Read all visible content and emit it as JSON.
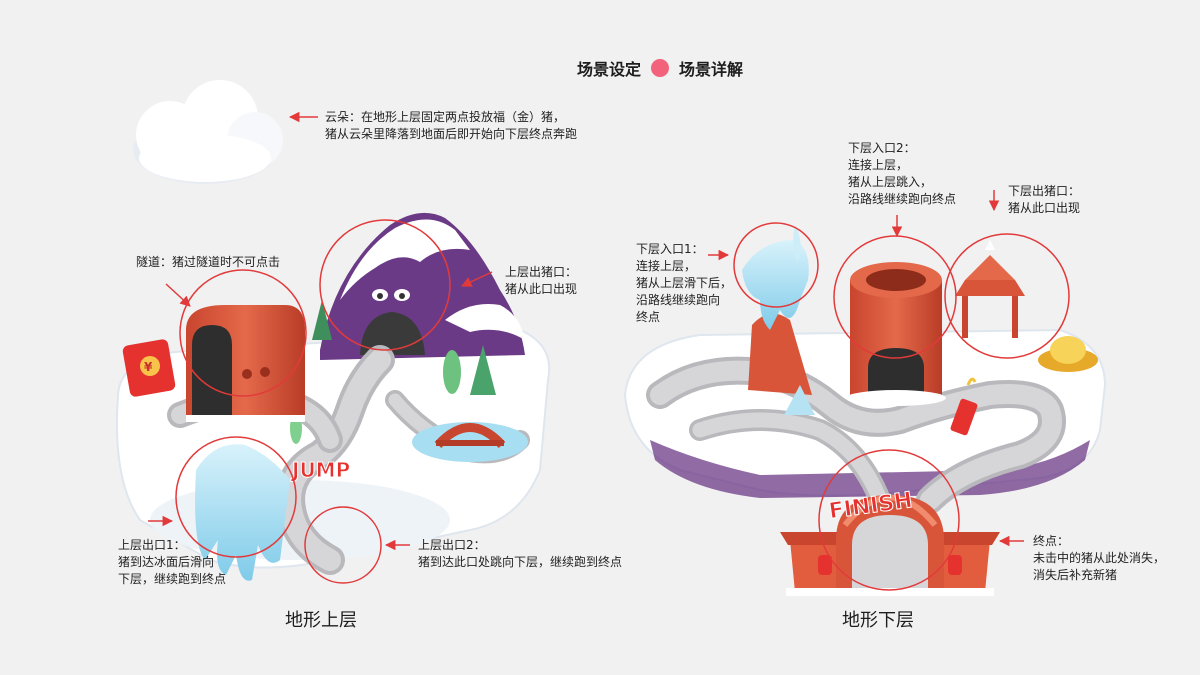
{
  "header": {
    "left_label": "场景设定",
    "right_label": "场景详解",
    "dot_color": "#f2637b"
  },
  "annotations": {
    "cloud": "云朵：在地形上层固定两点投放福（金）猪，\n猪从云朵里降落到地面后即开始向下层终点奔跑",
    "tunnel": "隧道：猪过隧道时不可点击",
    "upper_pig_exit": "上层出猪口：\n猪从此口出现",
    "upper_exit_1": "上层出口1：\n猪到达冰面后滑向\n下层，继续跑到终点",
    "upper_exit_2": "上层出口2：\n猪到达此口处跳向下层，继续跑到终点",
    "lower_entry_1": "下层入口1：\n连接上层，\n猪从上层滑下后，\n沿路线继续跑向\n终点",
    "lower_entry_2": "下层入口2：\n连接上层，\n猪从上层跳入，\n沿路线继续跑向终点",
    "lower_pig_exit": "下层出猪口：\n猪从此口出现",
    "finish_point": "终点：\n未击中的猪从此处消失，\n消失后补充新猪"
  },
  "scene_text": {
    "jump": "JUMP",
    "finish": "FINISH",
    "yuan": "¥"
  },
  "captions": {
    "upper": "地形上层",
    "lower": "地形下层"
  },
  "colors": {
    "highlight_circle": "#e23a3a",
    "snow": "#ffffff",
    "road": "#c9c9cc",
    "brick": "#d9553a",
    "mountain": "#6b3a86",
    "ice": "#9fd9f0",
    "gold": "#f2c23a"
  }
}
